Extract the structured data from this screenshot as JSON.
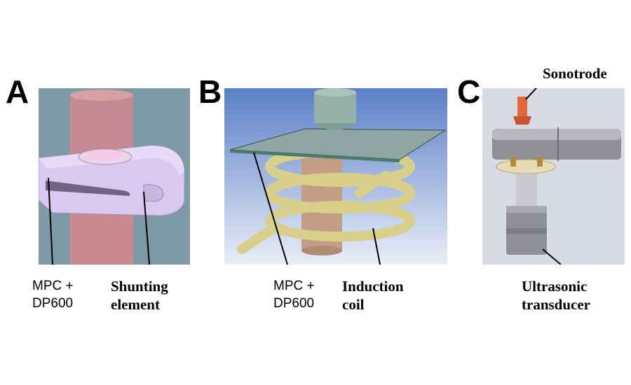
{
  "panels": [
    {
      "letter": "A",
      "label_left": [
        "MPC +",
        "DP600"
      ],
      "label_right": [
        "Shunting",
        "element"
      ]
    },
    {
      "letter": "B",
      "label_left": [
        "MPC +",
        "DP600"
      ],
      "label_right": [
        "Induction",
        "coil"
      ]
    },
    {
      "letter": "C",
      "label_top": "Sonotrode",
      "label_bottom": [
        "Ultrasonic",
        "transducer"
      ]
    }
  ],
  "colors": {
    "panel_a_bg": "#7e9aa6",
    "panel_b_bg_top": "#5b7fc8",
    "panel_b_bg_bottom": "#e9eef7",
    "panel_c_bg": "#d6dbe6",
    "cylinder": "#c98a8f",
    "shunt": "#d9c9f0",
    "sheet": "#8fa6a4",
    "coil": "#d8cf8a",
    "rod": "#c29f84",
    "sonotrode": "#e06a3c"
  }
}
